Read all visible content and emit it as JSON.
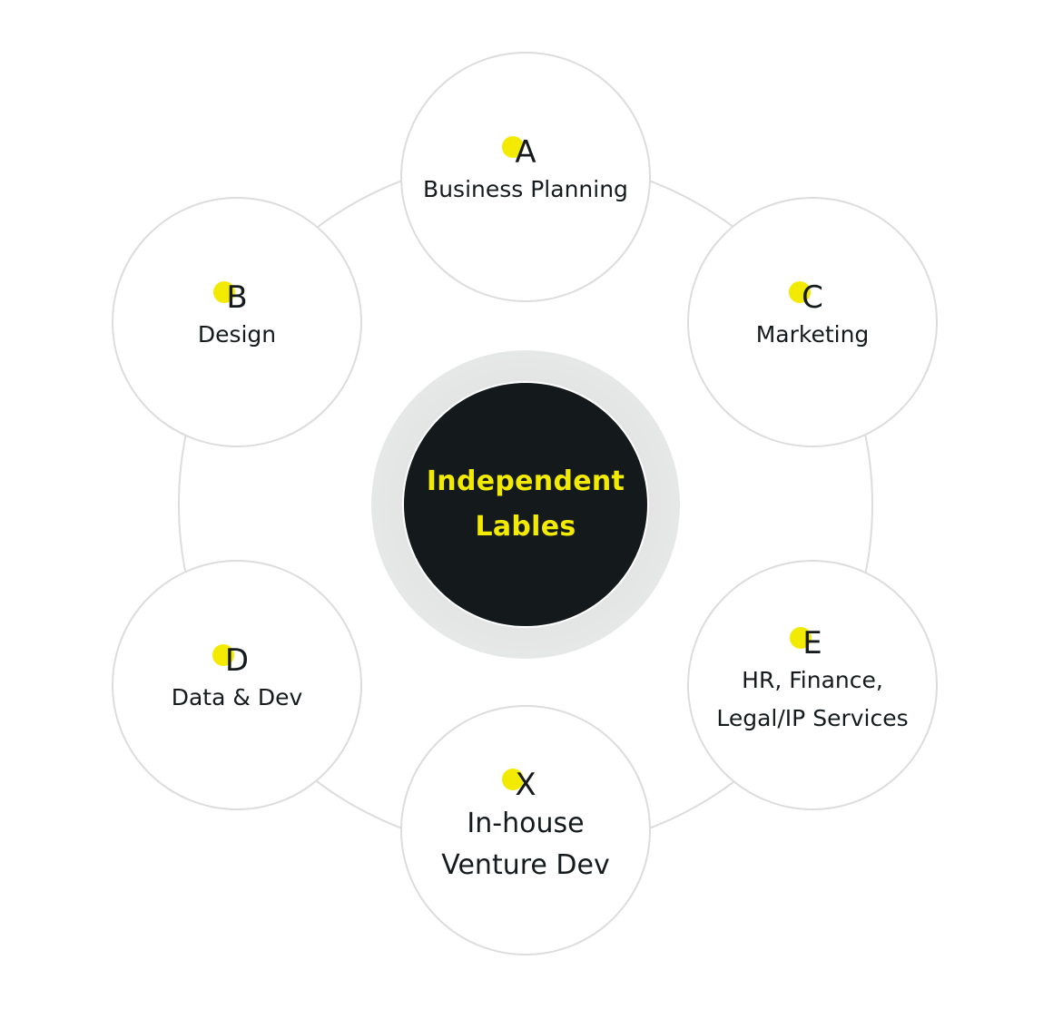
{
  "center": {
    "title": "Independent Lables"
  },
  "nodes": [
    {
      "letter": "A",
      "label": "Business Planning"
    },
    {
      "letter": "B",
      "label": "Design"
    },
    {
      "letter": "C",
      "label": "Marketing"
    },
    {
      "letter": "D",
      "label": "Data & Dev"
    },
    {
      "letter": "E",
      "label": "HR, Finance,\nLegal/IP Services"
    },
    {
      "letter": "X",
      "label": "In-house\nVenture Dev"
    }
  ],
  "colors": {
    "accent": "#f2ea00",
    "dark": "#141a1c",
    "text": "#151b1d",
    "outline": "#dcdcdc"
  }
}
